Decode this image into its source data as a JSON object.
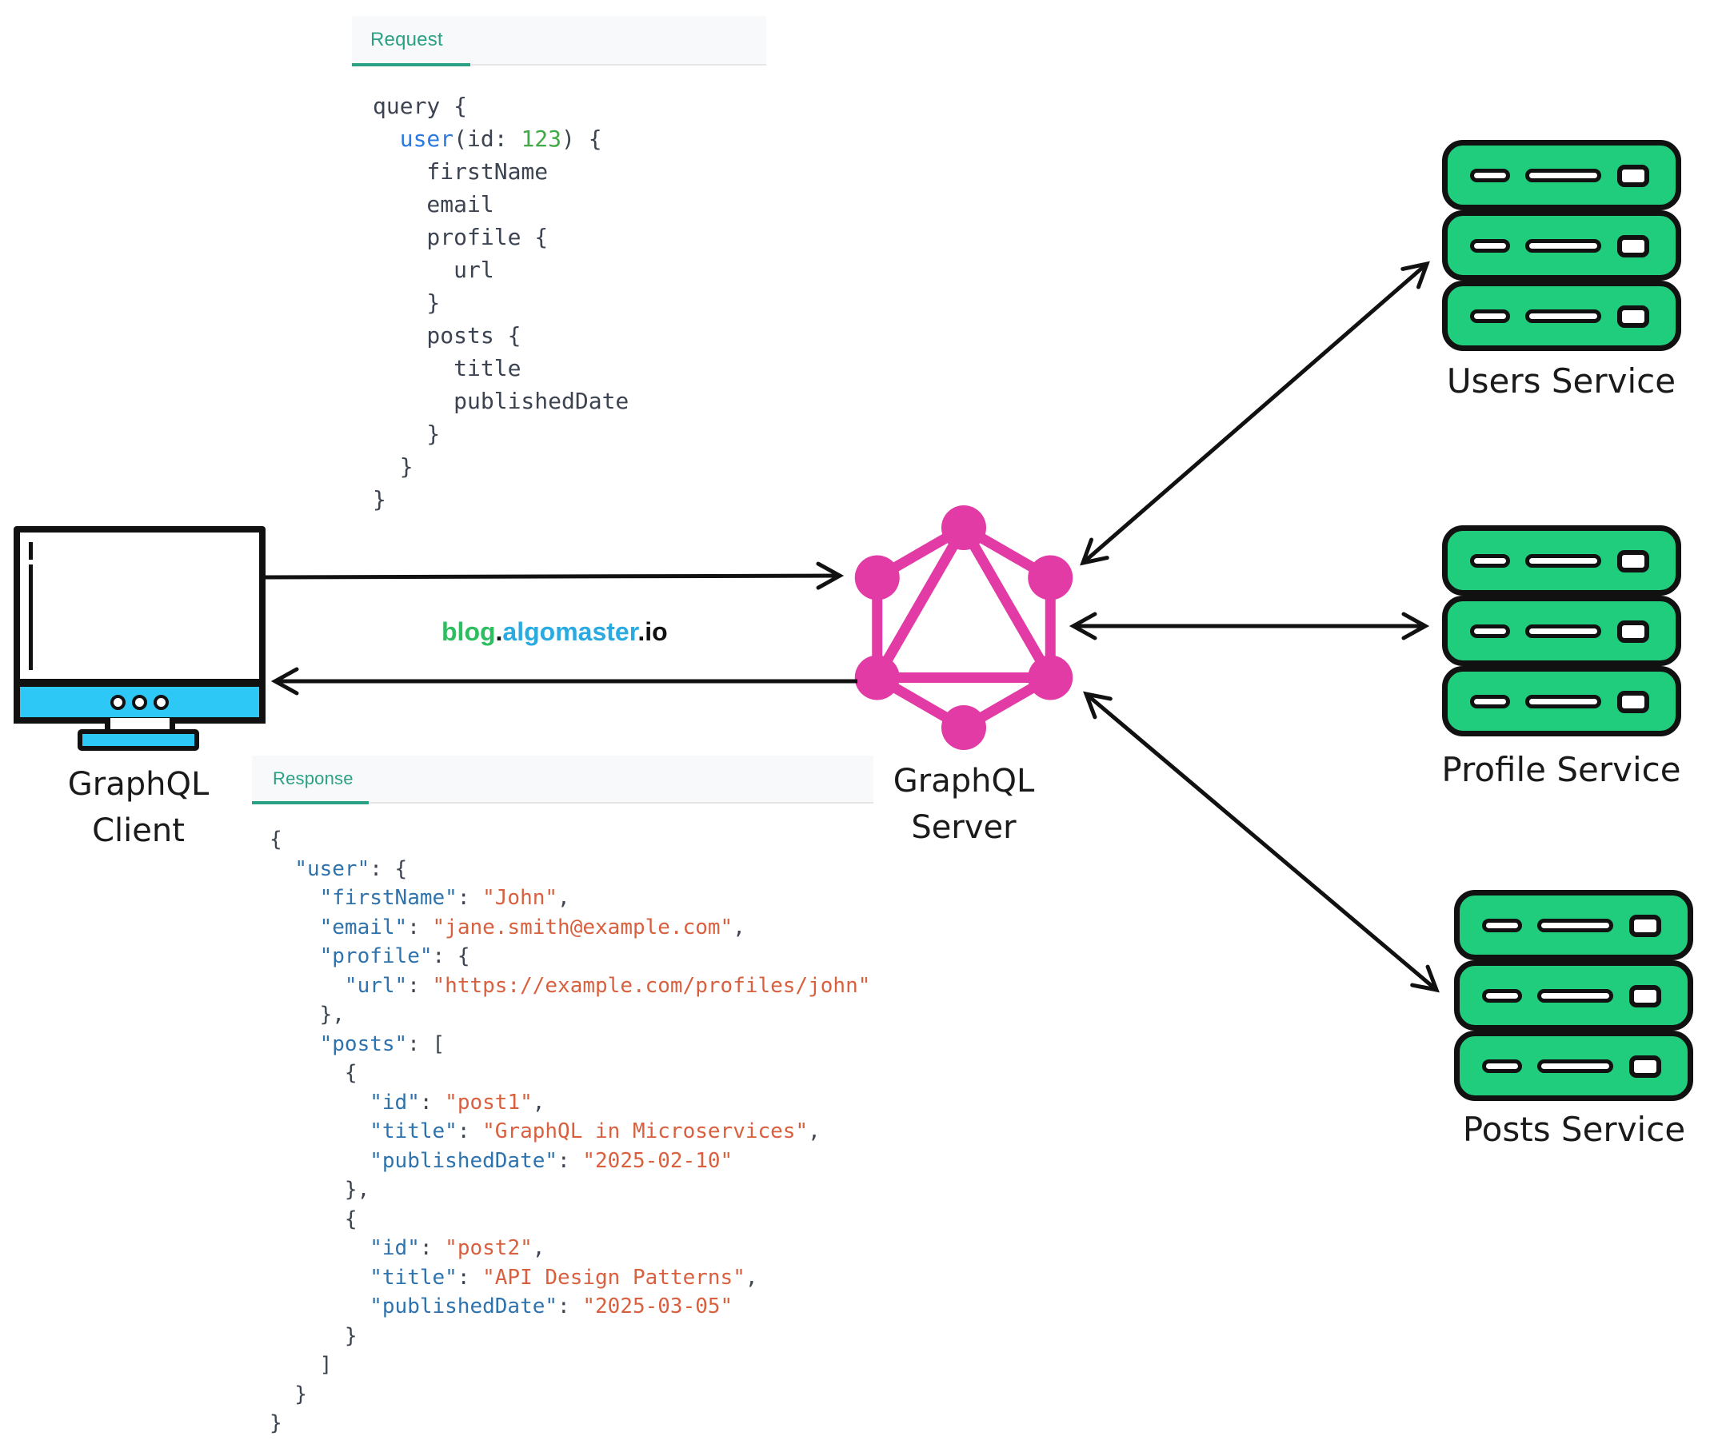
{
  "request_panel": {
    "tab_label": "Request",
    "lines": [
      [
        {
          "t": "query {",
          "c": "d"
        }
      ],
      [
        {
          "t": "  ",
          "c": "d"
        },
        {
          "t": "user",
          "c": "b"
        },
        {
          "t": "(id: ",
          "c": "d"
        },
        {
          "t": "123",
          "c": "g"
        },
        {
          "t": ") {",
          "c": "d"
        }
      ],
      [
        {
          "t": "    firstName",
          "c": "d"
        }
      ],
      [
        {
          "t": "    email",
          "c": "d"
        }
      ],
      [
        {
          "t": "    profile {",
          "c": "d"
        }
      ],
      [
        {
          "t": "      url",
          "c": "d"
        }
      ],
      [
        {
          "t": "    }",
          "c": "d"
        }
      ],
      [
        {
          "t": "    posts {",
          "c": "d"
        }
      ],
      [
        {
          "t": "      title",
          "c": "d"
        }
      ],
      [
        {
          "t": "      publishedDate",
          "c": "d"
        }
      ],
      [
        {
          "t": "    }",
          "c": "d"
        }
      ],
      [
        {
          "t": "  }",
          "c": "d"
        }
      ],
      [
        {
          "t": "}",
          "c": "d"
        }
      ]
    ]
  },
  "response_panel": {
    "tab_label": "Response",
    "lines": [
      [
        {
          "t": "{",
          "c": "p"
        }
      ],
      [
        {
          "t": "  ",
          "c": "p"
        },
        {
          "t": "\"user\"",
          "c": "k"
        },
        {
          "t": ": {",
          "c": "p"
        }
      ],
      [
        {
          "t": "    ",
          "c": "p"
        },
        {
          "t": "\"firstName\"",
          "c": "k"
        },
        {
          "t": ": ",
          "c": "p"
        },
        {
          "t": "\"John\"",
          "c": "s"
        },
        {
          "t": ",",
          "c": "p"
        }
      ],
      [
        {
          "t": "    ",
          "c": "p"
        },
        {
          "t": "\"email\"",
          "c": "k"
        },
        {
          "t": ": ",
          "c": "p"
        },
        {
          "t": "\"jane.smith@example.com\"",
          "c": "s"
        },
        {
          "t": ",",
          "c": "p"
        }
      ],
      [
        {
          "t": "    ",
          "c": "p"
        },
        {
          "t": "\"profile\"",
          "c": "k"
        },
        {
          "t": ": {",
          "c": "p"
        }
      ],
      [
        {
          "t": "      ",
          "c": "p"
        },
        {
          "t": "\"url\"",
          "c": "k"
        },
        {
          "t": ": ",
          "c": "p"
        },
        {
          "t": "\"https://example.com/profiles/john\"",
          "c": "s"
        }
      ],
      [
        {
          "t": "    },",
          "c": "p"
        }
      ],
      [
        {
          "t": "    ",
          "c": "p"
        },
        {
          "t": "\"posts\"",
          "c": "k"
        },
        {
          "t": ": [",
          "c": "p"
        }
      ],
      [
        {
          "t": "      {",
          "c": "p"
        }
      ],
      [
        {
          "t": "        ",
          "c": "p"
        },
        {
          "t": "\"id\"",
          "c": "k"
        },
        {
          "t": ": ",
          "c": "p"
        },
        {
          "t": "\"post1\"",
          "c": "s"
        },
        {
          "t": ",",
          "c": "p"
        }
      ],
      [
        {
          "t": "        ",
          "c": "p"
        },
        {
          "t": "\"title\"",
          "c": "k"
        },
        {
          "t": ": ",
          "c": "p"
        },
        {
          "t": "\"GraphQL in Microservices\"",
          "c": "s"
        },
        {
          "t": ",",
          "c": "p"
        }
      ],
      [
        {
          "t": "        ",
          "c": "p"
        },
        {
          "t": "\"publishedDate\"",
          "c": "k"
        },
        {
          "t": ": ",
          "c": "p"
        },
        {
          "t": "\"2025-02-10\"",
          "c": "s"
        }
      ],
      [
        {
          "t": "      },",
          "c": "p"
        }
      ],
      [
        {
          "t": "      {",
          "c": "p"
        }
      ],
      [
        {
          "t": "        ",
          "c": "p"
        },
        {
          "t": "\"id\"",
          "c": "k"
        },
        {
          "t": ": ",
          "c": "p"
        },
        {
          "t": "\"post2\"",
          "c": "s"
        },
        {
          "t": ",",
          "c": "p"
        }
      ],
      [
        {
          "t": "        ",
          "c": "p"
        },
        {
          "t": "\"title\"",
          "c": "k"
        },
        {
          "t": ": ",
          "c": "p"
        },
        {
          "t": "\"API Design Patterns\"",
          "c": "s"
        },
        {
          "t": ",",
          "c": "p"
        }
      ],
      [
        {
          "t": "        ",
          "c": "p"
        },
        {
          "t": "\"publishedDate\"",
          "c": "k"
        },
        {
          "t": ": ",
          "c": "p"
        },
        {
          "t": "\"2025-03-05\"",
          "c": "s"
        }
      ],
      [
        {
          "t": "      }",
          "c": "p"
        }
      ],
      [
        {
          "t": "    ]",
          "c": "p"
        }
      ],
      [
        {
          "t": "  }",
          "c": "p"
        }
      ],
      [
        {
          "t": "}",
          "c": "p"
        }
      ]
    ]
  },
  "client": {
    "label1": "GraphQL",
    "label2": "Client"
  },
  "server": {
    "label1": "GraphQL",
    "label2": "Server"
  },
  "services": [
    {
      "label": "Users Service"
    },
    {
      "label": "Profile Service"
    },
    {
      "label": "Posts Service"
    }
  ],
  "watermark": {
    "part1": "blog",
    "part2": ".",
    "part3": "algomaster",
    "part4": ".io"
  },
  "colors": {
    "tab_teal": "#2aa184",
    "code_default": "#3d4451",
    "code_field_blue": "#2a7ae2",
    "code_number_green": "#3fa944",
    "json_key_blue": "#2e73ad",
    "json_string_orange": "#d9603f",
    "client_cyan": "#2ec8f7",
    "graphql_pink": "#e23ba6",
    "service_green": "#1fcd7c",
    "watermark_green": "#2dbe60",
    "watermark_blue": "#29abe2"
  }
}
